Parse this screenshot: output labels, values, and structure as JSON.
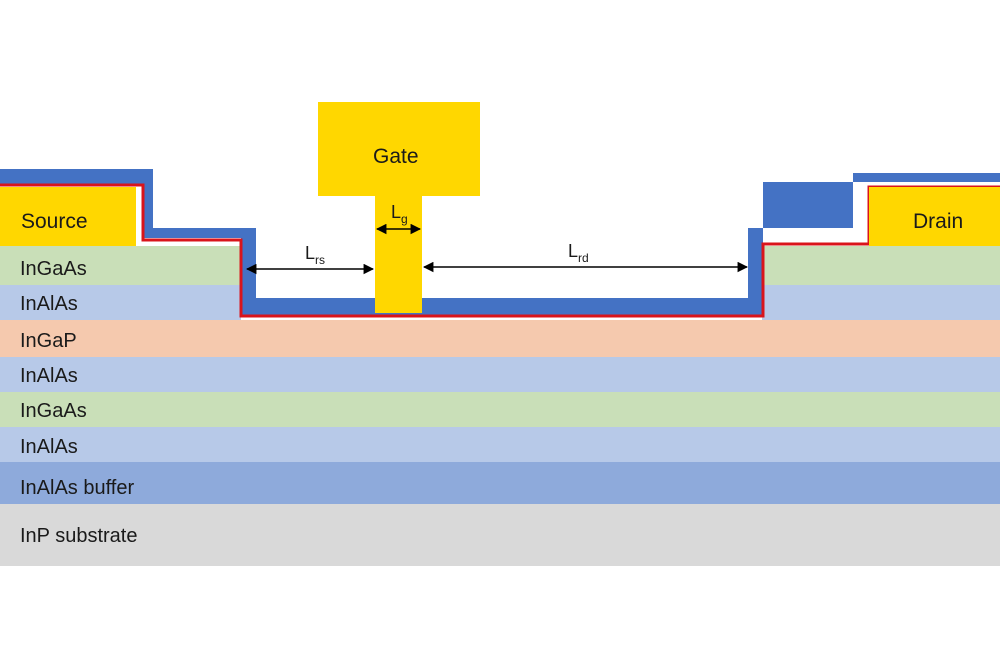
{
  "colors": {
    "ingaas": "#c9dfb8",
    "inalas": "#b7c9e8",
    "ingap": "#f5c9ae",
    "buffer": "#8eaadb",
    "substrate": "#d9d9d9",
    "metal": "#ffd700",
    "passivation": "#4472c4",
    "recess_line": "#d9141b",
    "arrow": "#000000"
  },
  "layers": [
    {
      "name": "InGaAs",
      "color_key": "ingaas"
    },
    {
      "name": "InAlAs",
      "color_key": "inalas"
    },
    {
      "name": "InGaP",
      "color_key": "ingap"
    },
    {
      "name": "InAlAs",
      "color_key": "inalas"
    },
    {
      "name": "InGaAs",
      "color_key": "ingaas"
    },
    {
      "name": "InAlAs",
      "color_key": "inalas"
    },
    {
      "name": "InAlAs buffer",
      "color_key": "buffer"
    },
    {
      "name": "InP substrate",
      "color_key": "substrate"
    }
  ],
  "contacts": {
    "source": "Source",
    "drain": "Drain",
    "gate": "Gate"
  },
  "dimensions": {
    "lg": {
      "main": "L",
      "sub": "g"
    },
    "lrs": {
      "main": "L",
      "sub": "rs"
    },
    "lrd": {
      "main": "L",
      "sub": "rd"
    }
  }
}
